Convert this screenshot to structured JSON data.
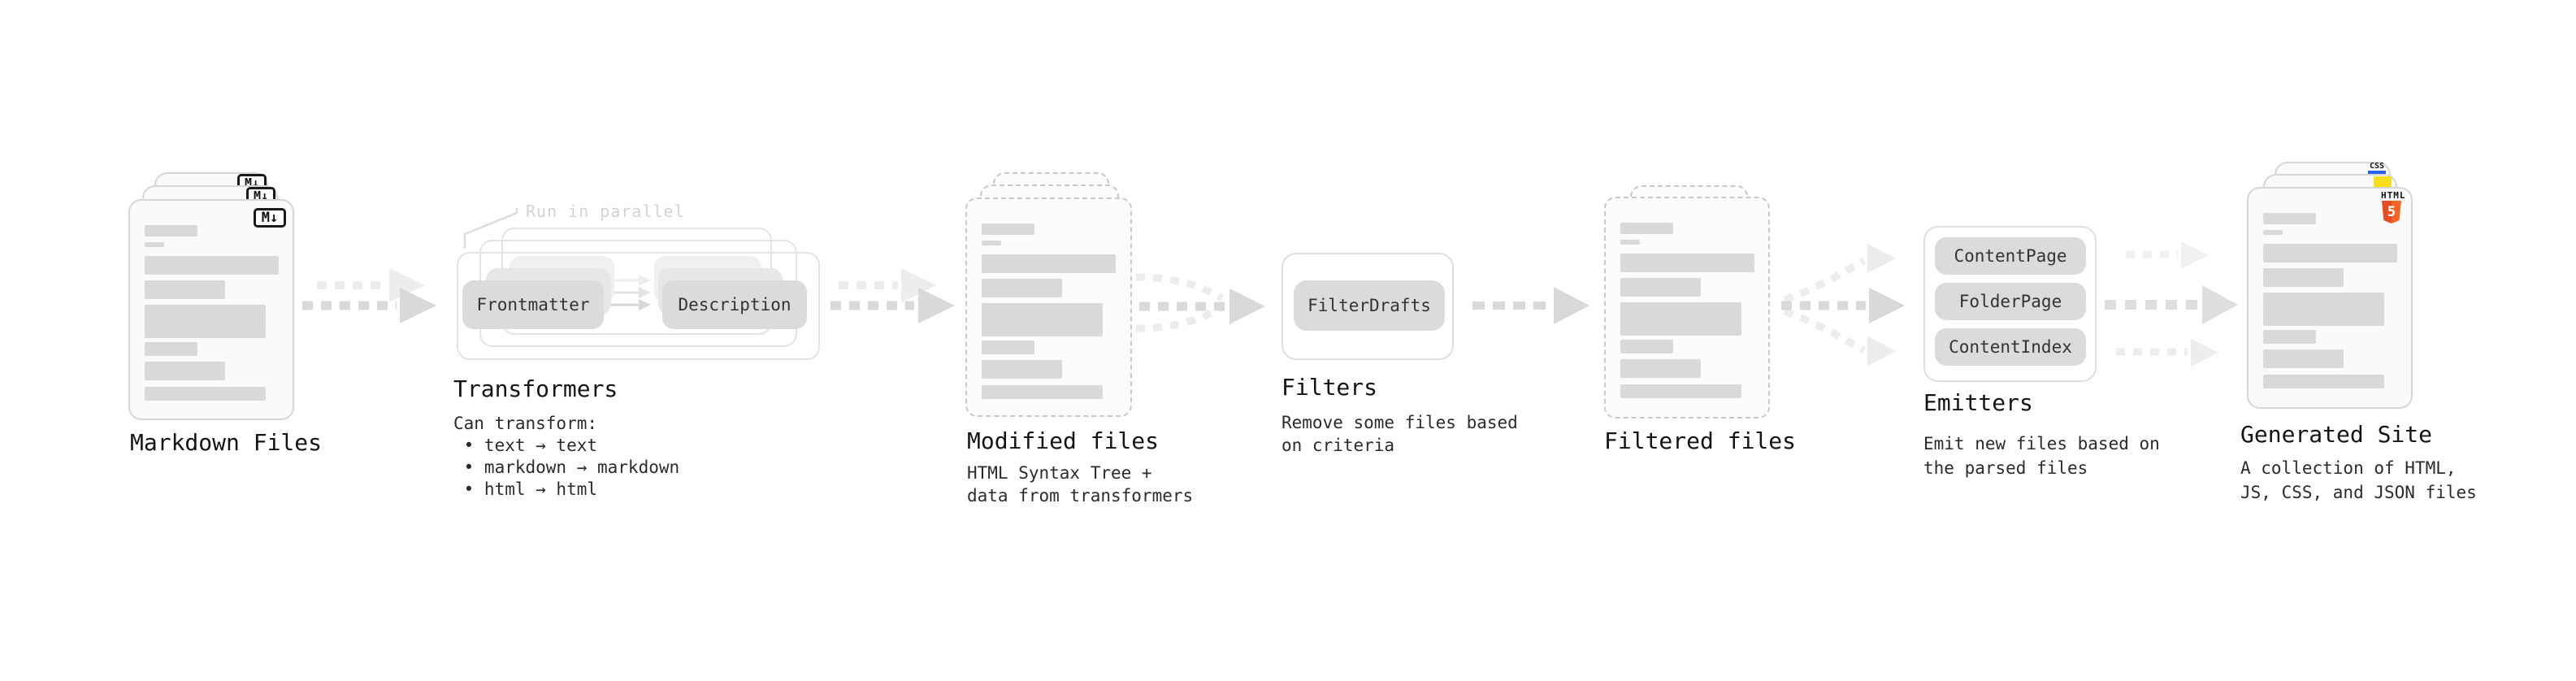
{
  "stages": {
    "markdown": {
      "label": "Markdown Files",
      "badge": "M↓"
    },
    "transformers": {
      "label": "Transformers",
      "annotation": "Run in parallel",
      "pills": [
        "Frontmatter",
        "Description"
      ],
      "description": "Can transform:\n • text → text\n • markdown → markdown\n • html → html"
    },
    "modified": {
      "label": "Modified files",
      "description": "HTML Syntax Tree +\ndata from transformers"
    },
    "filters": {
      "label": "Filters",
      "pill": "FilterDrafts",
      "description": "Remove some files based\non criteria"
    },
    "filtered": {
      "label": "Filtered files"
    },
    "emitters": {
      "label": "Emitters",
      "pills": [
        "ContentPage",
        "FolderPage",
        "ContentIndex"
      ],
      "description": "Emit new files based on\nthe parsed files"
    },
    "generated": {
      "label": "Generated Site",
      "description": "A collection of HTML,\nJS, CSS, and JSON files",
      "badges": {
        "css": "CSS",
        "html_word": "HTML",
        "html_five": "5"
      }
    }
  },
  "colors": {
    "html5_orange": "#e44d26",
    "js_yellow": "#f7df1e",
    "css_blue": "#2b62ec",
    "placeholder_bar": "#d9d9d9",
    "arrow_dark": "#d9d9d9",
    "arrow_light": "#ededed"
  }
}
